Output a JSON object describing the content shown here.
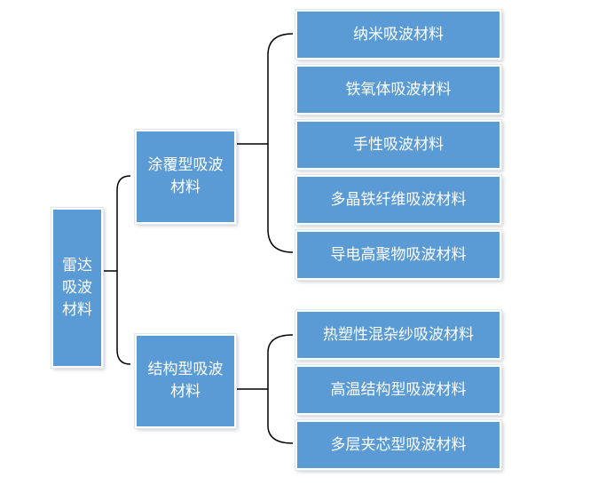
{
  "root": {
    "label": "雷达吸波材料"
  },
  "categories": [
    {
      "label": "涂覆型吸波材料",
      "children": [
        "纳米吸波材料",
        "铁氧体吸波材料",
        "手性吸波材料",
        "多晶铁纤维吸波材料",
        "导电高聚物吸波材料"
      ]
    },
    {
      "label": "结构型吸波材料",
      "children": [
        "热塑性混杂纱吸波材料",
        "高温结构型吸波材料",
        "多层夹芯型吸波材料"
      ]
    }
  ],
  "colors": {
    "box_fill": "#5b9bd5",
    "box_text": "#ffffff",
    "connector": "#000000"
  }
}
